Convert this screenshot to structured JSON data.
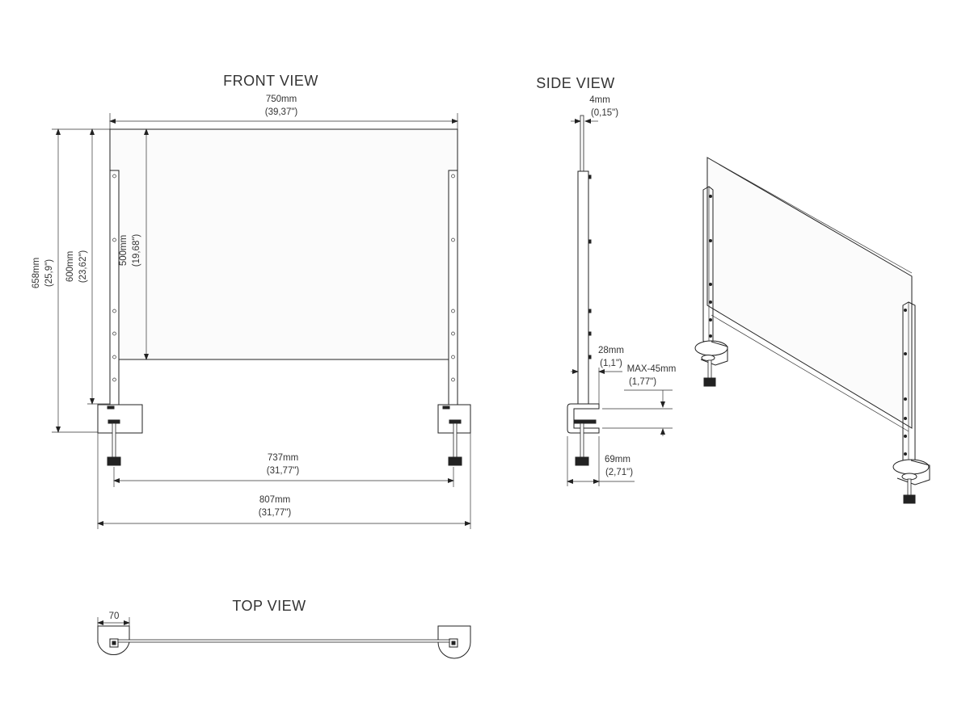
{
  "views": {
    "front": "FRONT VIEW",
    "side": "SIDE VIEW",
    "top": "TOP VIEW"
  },
  "dimensions": {
    "width_750": {
      "mm": "750mm",
      "in": "(39,37\")"
    },
    "height_658": {
      "mm": "658mm",
      "in": "(25,9\")"
    },
    "height_600": {
      "mm": "600mm",
      "in": "(23,62\")"
    },
    "height_500": {
      "mm": "500mm",
      "in": "(19,68\")"
    },
    "width_737": {
      "mm": "737mm",
      "in": "(31,77\")"
    },
    "width_807": {
      "mm": "807mm",
      "in": "(31,77\")"
    },
    "thick_4": {
      "mm": "4mm",
      "in": "(0,15\")"
    },
    "depth_28": {
      "mm": "28mm",
      "in": "(1,1\")"
    },
    "clamp_max": {
      "mm": "MAX-45mm",
      "in": "(1,77\")"
    },
    "depth_69": {
      "mm": "69mm",
      "in": "(2,71\")"
    },
    "top_70": "70"
  }
}
